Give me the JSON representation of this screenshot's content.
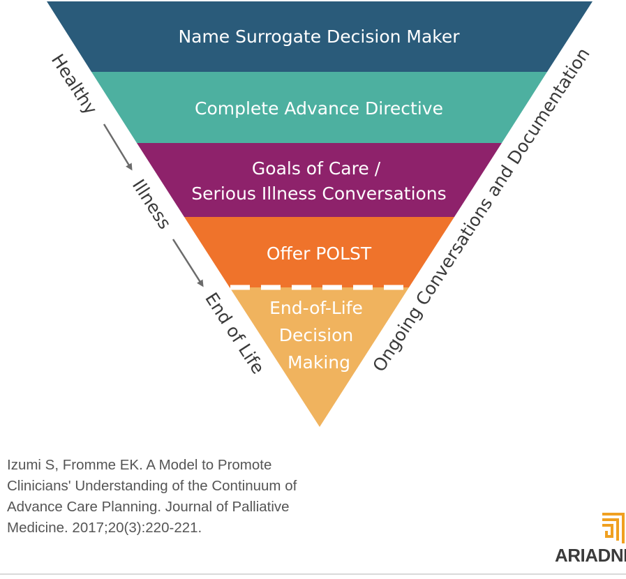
{
  "tiers": [
    {
      "lines": [
        "Name Surrogate Decision Maker"
      ],
      "color": "#2a5b7a"
    },
    {
      "lines": [
        "Complete Advance Directive"
      ],
      "color": "#4db0a0"
    },
    {
      "lines": [
        "Goals of Care /",
        "Serious Illness Conversations"
      ],
      "color": "#8e226b"
    },
    {
      "lines": [
        "Offer POLST"
      ],
      "color": "#ef732b"
    },
    {
      "lines": [
        "End-of-Life",
        "Decision",
        "Making"
      ],
      "color": "#f0b35e"
    }
  ],
  "left_labels": [
    "Healthy",
    "Illness",
    "End of Life"
  ],
  "right_label": "Ongoing Conversations and Documentation",
  "citation": [
    "Izumi S, Fromme EK. A Model to Promote",
    "Clinicians' Understanding of the Continuum of",
    "Advance Care Planning. Journal of Palliative",
    "Medicine. 2017;20(3):220-221."
  ],
  "logo_text": "ARIADNE",
  "colors": {
    "logo_accent": "#f0a020",
    "arrow": "#6b6b6b"
  }
}
